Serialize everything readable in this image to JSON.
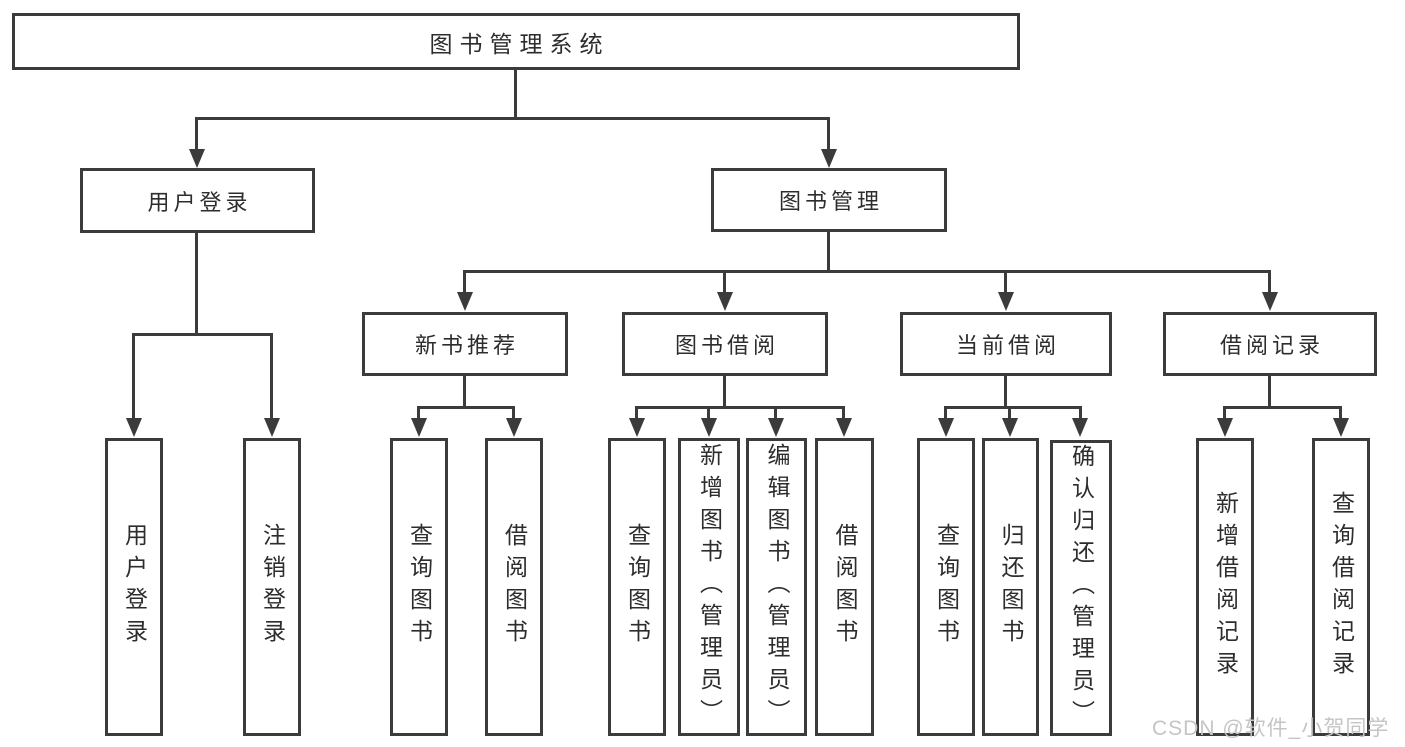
{
  "colors": {
    "line": "#3b3b3b",
    "text": "#2d2d2d",
    "watermark": "#c5c5c5",
    "background": "#ffffff"
  },
  "nodes": {
    "root": "图书管理系统",
    "login": {
      "label": "用户登录",
      "children": [
        "用户登录",
        "注销登录"
      ]
    },
    "mgmt": {
      "label": "图书管理",
      "groups": [
        {
          "label": "新书推荐",
          "children": [
            "查询图书",
            "借阅图书"
          ]
        },
        {
          "label": "图书借阅",
          "children": [
            "查询图书",
            "新增图书（管理员）",
            "编辑图书（管理员）",
            "借阅图书"
          ]
        },
        {
          "label": "当前借阅",
          "children": [
            "查询图书",
            "归还图书",
            "确认归还（管理员）"
          ]
        },
        {
          "label": "借阅记录",
          "children": [
            "新增借阅记录",
            "查询借阅记录"
          ]
        }
      ]
    }
  },
  "watermark": {
    "text": "CSDN @软件_小贺同学"
  }
}
